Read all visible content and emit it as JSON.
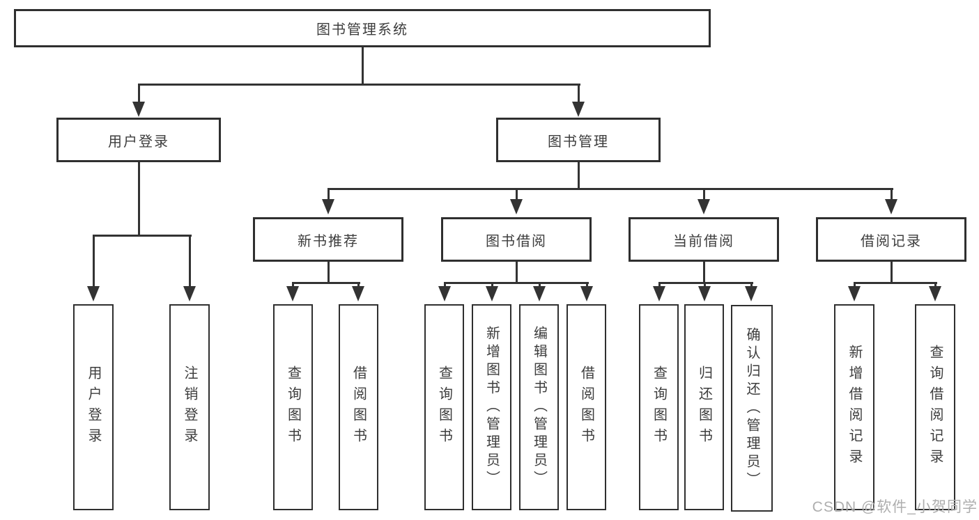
{
  "diagram": {
    "nodes": {
      "root": "图书管理系统",
      "user_login": "用户登录",
      "book_management": "图书管理",
      "new_book_recommend": "新书推荐",
      "book_borrow": "图书借阅",
      "current_borrow": "当前借阅",
      "borrow_record": "借阅记录",
      "leaf_user_login": "用户登录",
      "leaf_logout": "注销登录",
      "leaf_query_books_recommend": "查询图书",
      "leaf_borrow_books_recommend": "借阅图书",
      "leaf_query_books_borrow": "查询图书",
      "leaf_add_books_admin": "新增图书（管理员）",
      "leaf_edit_books_admin": "编辑图书（管理员）",
      "leaf_borrow_books_borrow": "借阅图书",
      "leaf_query_books_current": "查询图书",
      "leaf_return_books": "归还图书",
      "leaf_confirm_return_admin": "确认归还（管理员）",
      "leaf_add_borrow_record": "新增借阅记录",
      "leaf_query_borrow_record": "查询借阅记录"
    },
    "watermark": "CSDN @软件_小贺同学",
    "colors": {
      "line": "#333333",
      "border": "#2f2f2f",
      "text": "#3d3d3d",
      "background": "#ffffff",
      "watermark": "#aeaeae"
    }
  }
}
